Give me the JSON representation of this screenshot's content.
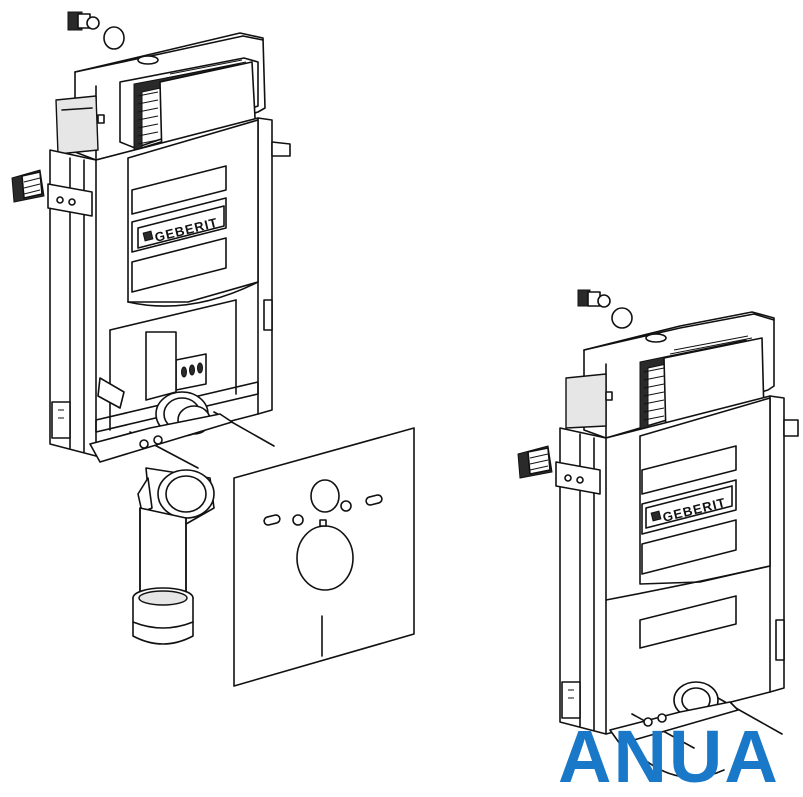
{
  "left_unit": {
    "brand": "GEBERIT"
  },
  "right_unit": {
    "brand": "GEBERIT"
  },
  "watermark": {
    "text": "ANUA"
  },
  "colors": {
    "line": "#111111",
    "background": "#ffffff",
    "watermark": "#1a78c8"
  }
}
